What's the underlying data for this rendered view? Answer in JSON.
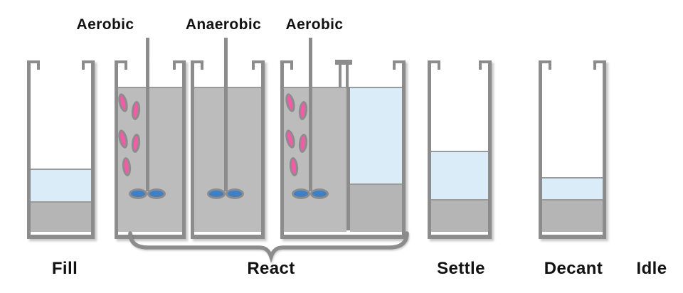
{
  "figure": {
    "background_color": "#ffffff"
  },
  "reactor_modes": [
    {
      "id": "aerobic-1",
      "label": "Aerobic"
    },
    {
      "id": "anaerobic",
      "label": "Anaerobic"
    },
    {
      "id": "aerobic-2",
      "label": "Aerobic"
    }
  ],
  "stages": [
    {
      "id": "fill",
      "label": "Fill"
    },
    {
      "id": "react",
      "label": "React"
    },
    {
      "id": "settle",
      "label": "Settle"
    },
    {
      "id": "decant",
      "label": "Decant"
    },
    {
      "id": "idle",
      "label": "Idle"
    }
  ],
  "tanks": [
    {
      "id": "fill-tank",
      "stage": "Fill",
      "layers": [
        "empty",
        "clear-water",
        "sludge"
      ]
    },
    {
      "id": "react-tank-aerobic-1",
      "stage": "React",
      "mode": "Aerobic",
      "equipment": [
        "stirrer"
      ],
      "shows_bubbles": true,
      "layers": [
        "mixed-liquor"
      ]
    },
    {
      "id": "react-tank-anaerobic",
      "stage": "React",
      "mode": "Anaerobic",
      "equipment": [
        "stirrer"
      ],
      "shows_bubbles": false,
      "layers": [
        "mixed-liquor"
      ]
    },
    {
      "id": "react-tank-aerobic-2",
      "stage": "React",
      "mode": "Aerobic",
      "equipment": [
        "stirrer",
        "decant-weir"
      ],
      "shows_bubbles": true,
      "layers": [
        "mixed-liquor",
        "clear-water",
        "sludge"
      ]
    },
    {
      "id": "settle-tank",
      "stage": "Settle",
      "layers": [
        "empty",
        "clear-water",
        "sludge"
      ]
    },
    {
      "id": "decant-tank",
      "stage": "Decant",
      "layers": [
        "empty",
        "clear-water",
        "sludge"
      ]
    }
  ],
  "colors": {
    "wall_gray": "#8c8c8c",
    "mixed_liquor_gray": "#bcbcbc",
    "sludge_gray": "#b5b5b5",
    "clear_water_blue": "#d9ecf8",
    "waterline_gray": "#9a9a9a",
    "bubble_pink": "#f05ca6",
    "impeller_blue": "#3e7fc6",
    "label_black": "#121212"
  }
}
